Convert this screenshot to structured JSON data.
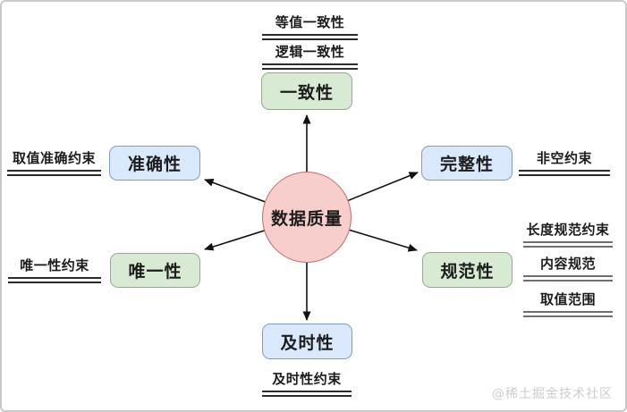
{
  "diagram": {
    "center": {
      "label": "数据质量",
      "fill": "#f8cecc",
      "stroke": "#c4696b"
    },
    "branches": [
      {
        "key": "consistency",
        "label": "一致性",
        "style": "green",
        "children": [
          "等值一致性",
          "逻辑一致性"
        ]
      },
      {
        "key": "accuracy",
        "label": "准确性",
        "style": "blue",
        "children": [
          "取值准确约束"
        ]
      },
      {
        "key": "completeness",
        "label": "完整性",
        "style": "blue",
        "children": [
          "非空约束"
        ]
      },
      {
        "key": "uniqueness",
        "label": "唯一性",
        "style": "green",
        "children": [
          "唯一性约束"
        ]
      },
      {
        "key": "normativity",
        "label": "规范性",
        "style": "green",
        "children": [
          "长度规范约束",
          "内容规范",
          "取值范围"
        ]
      },
      {
        "key": "timeliness",
        "label": "及时性",
        "style": "blue",
        "children": [
          "及时性约束"
        ]
      }
    ],
    "colors": {
      "green_fill": "#d9ead4",
      "green_stroke": "#95aa8e",
      "blue_fill": "#dae8fc",
      "blue_stroke": "#7d9dc8",
      "center_fill": "#f8cecc",
      "center_stroke": "#c4696b",
      "arrow": "#111111",
      "underline": "#2b2b2b"
    }
  },
  "watermark": {
    "text": "@稀土掘金技术社区"
  }
}
